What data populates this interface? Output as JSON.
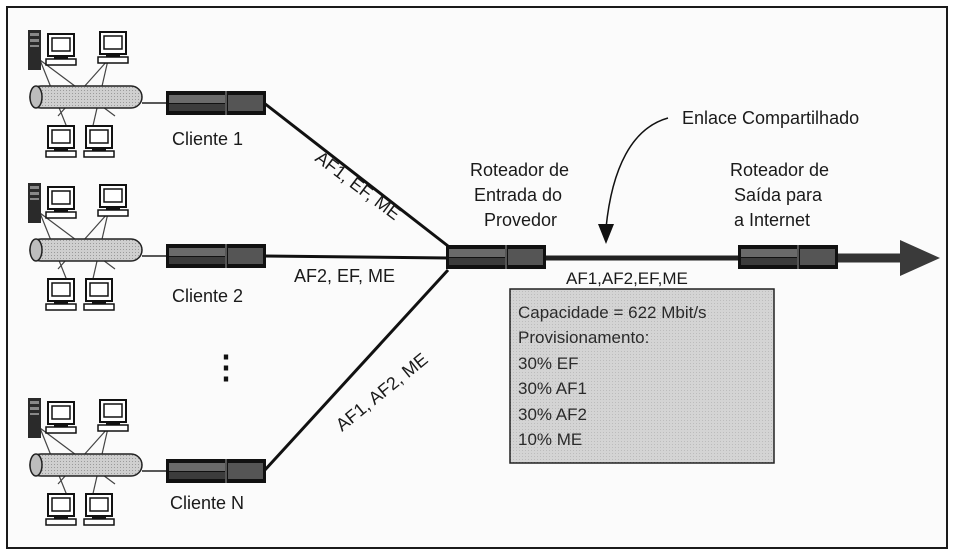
{
  "clients": [
    {
      "label": "Cliente 1",
      "link_label": "AF1, EF, ME"
    },
    {
      "label": "Cliente 2",
      "link_label": "AF2, EF, ME"
    },
    {
      "label": "Cliente N",
      "link_label": "AF1, AF2, ME"
    }
  ],
  "ellipsis": "⋮",
  "ingress_router": {
    "lines": [
      "Roteador de",
      "Entrada do",
      "Provedor"
    ]
  },
  "egress_router": {
    "lines": [
      "Roteador de",
      "Saída para",
      "a Internet"
    ]
  },
  "shared_link": {
    "label": "Enlace Compartilhado",
    "traffic": "AF1,AF2,EF,ME"
  },
  "info_box": {
    "lines": [
      "Capacidade = 622 Mbit/s",
      "Provisionamento:",
      "30% EF",
      "30% AF1",
      "30% AF2",
      "10% ME"
    ]
  }
}
